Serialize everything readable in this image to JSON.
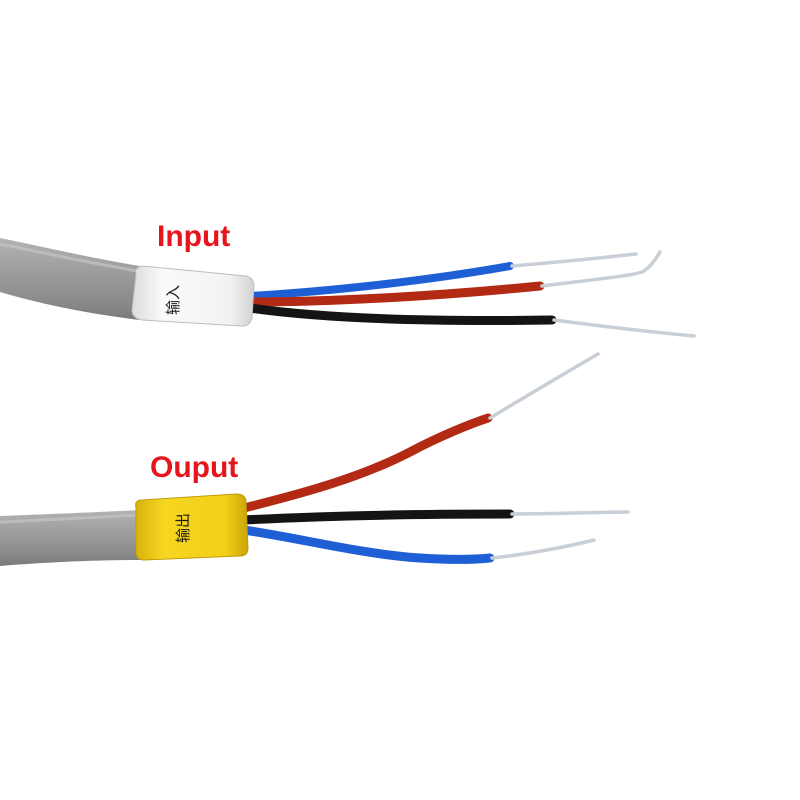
{
  "labels": {
    "input": "Input",
    "output": "Ouput"
  },
  "sleeves": {
    "input_text": "输入",
    "output_text": "输出"
  },
  "colors": {
    "label_text": "#e8141b",
    "cable_jacket": "#9a9a9a",
    "input_sleeve": "#f4f4f2",
    "output_sleeve": "#f4d21a",
    "wire_red": "#b22a14",
    "wire_blue": "#1f5fd6",
    "wire_black": "#141414",
    "bare_strand": "#c9cfd6"
  }
}
